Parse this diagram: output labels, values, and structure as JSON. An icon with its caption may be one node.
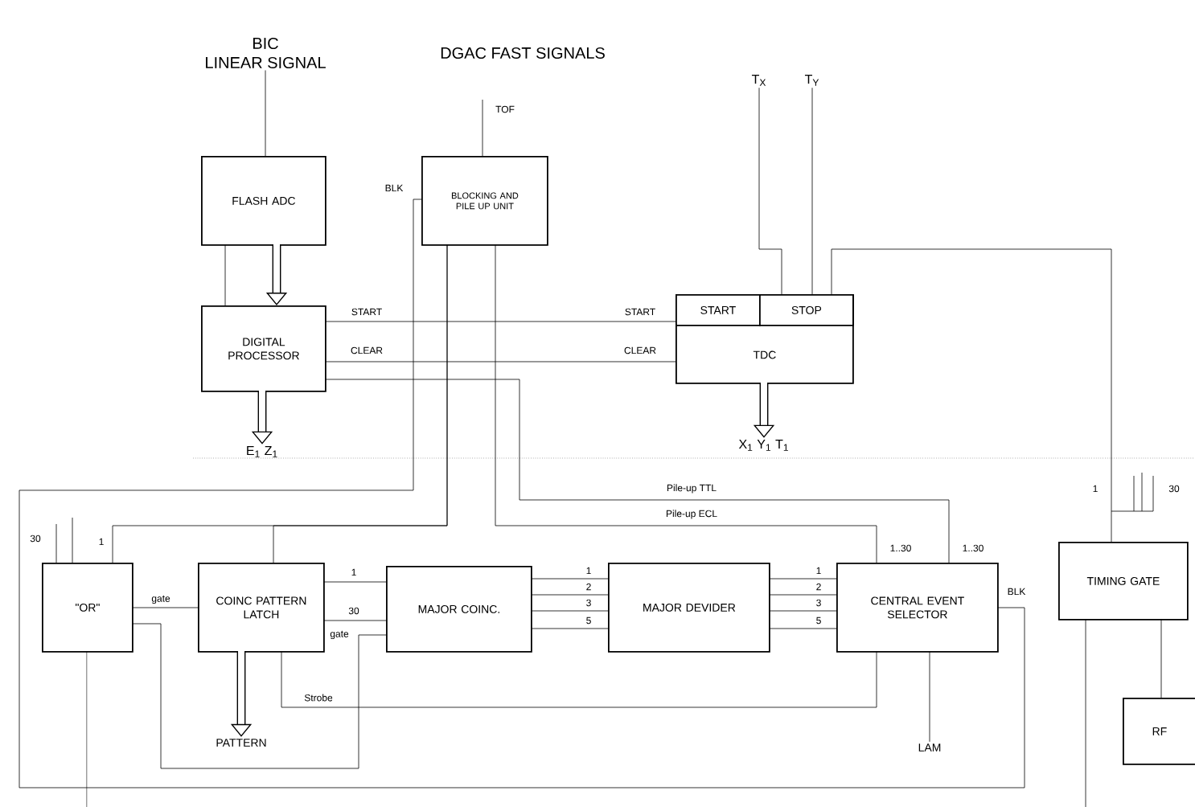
{
  "diagram": {
    "nodes": [
      {
        "text": [
          "FLASH ADC"
        ]
      },
      {
        "text": [
          "BLOCKING AND PILE UP UNIT"
        ]
      },
      {
        "text": [
          "DIGITAL PROCESSOR"
        ]
      },
      {
        "text": [
          "TDC"
        ]
      },
      {
        "text": [
          "START"
        ],
        "in": 3
      },
      {
        "text": [
          "STOP"
        ],
        "in": 3
      },
      {
        "text": [
          "\"OR\""
        ]
      },
      {
        "text": [
          "COINC PATTERN LATCH"
        ]
      },
      {
        "text": [
          "MAJOR COINC."
        ]
      },
      {
        "text": [
          "MAJOR DEVIDER"
        ]
      },
      {
        "text": [
          "CENTRAL EVENT SELECTOR"
        ]
      },
      {
        "text": [
          "TIMING GATE"
        ]
      },
      {
        "text": [
          "RF"
        ]
      },
      {
        "text": [
          "E$_{1}$ Z$_{1}$"
        ]
      },
      {
        "text": [
          "X$_{1}$ Y$_{1}$ T$_{1}$"
        ]
      },
      {
        "text": [
          "PATTERN"
        ]
      },
      {
        "text": [
          "LAM"
        ]
      },
      {
        "text": [
          "BIC",
          "LINEAR SIGNAL"
        ]
      },
      {
        "text": [
          "T$_{X}$"
        ]
      },
      {
        "text": [
          "T$_{Y}$"
        ]
      }
    ],
    "edges": [
      {
        "from": 17,
        "to": 0,
        "arrow": "none"
      },
      {
        "from": null,
        "to": 1,
        "arrow": "none",
        "label": "TOF"
      },
      {
        "from": 0,
        "to": 2,
        "arrow": "to",
        "style": "thick"
      },
      {
        "from": 0,
        "to": 2,
        "arrow": "none"
      },
      {
        "from": 2,
        "to": 13,
        "arrow": "to",
        "style": "thick"
      },
      {
        "from": 2,
        "to": 4,
        "arrow": "none",
        "label": "START"
      },
      {
        "from": 2,
        "to": 3,
        "arrow": "none",
        "label": "CLEAR"
      },
      {
        "from": 18,
        "to": 5,
        "arrow": "none"
      },
      {
        "from": 19,
        "to": 5,
        "arrow": "none"
      },
      {
        "from": 5,
        "to": 11,
        "arrow": "none"
      },
      {
        "from": 3,
        "to": 14,
        "arrow": "to",
        "style": "thick"
      },
      {
        "from": 10,
        "to": 1,
        "arrow": "none",
        "label": "BLK"
      },
      {
        "from": 1,
        "to": 6,
        "arrow": "none"
      },
      {
        "from": 1,
        "to": 7,
        "arrow": "none"
      },
      {
        "from": 1,
        "to": 10,
        "arrow": "none",
        "label": "Pile-up ECL"
      },
      {
        "from": 2,
        "to": 10,
        "arrow": "none",
        "label": "Pile-up TTL"
      },
      {
        "from": 6,
        "to": 7,
        "arrow": "none",
        "label": "gate"
      },
      {
        "from": 6,
        "to": 8,
        "arrow": "none",
        "label": "gate"
      },
      {
        "from": 7,
        "to": 8,
        "arrow": "none",
        "label": "1"
      },
      {
        "from": 7,
        "to": 8,
        "arrow": "none",
        "label": "30"
      },
      {
        "from": 7,
        "to": 15,
        "arrow": "to",
        "style": "thick"
      },
      {
        "from": 10,
        "to": 7,
        "arrow": "none",
        "label": "Strobe"
      },
      {
        "from": 8,
        "to": 9,
        "arrow": "none",
        "label": "1"
      },
      {
        "from": 8,
        "to": 9,
        "arrow": "none",
        "label": "2"
      },
      {
        "from": 8,
        "to": 9,
        "arrow": "none",
        "label": "3"
      },
      {
        "from": 8,
        "to": 9,
        "arrow": "none",
        "label": "5"
      },
      {
        "from": 9,
        "to": 10,
        "arrow": "none",
        "label": "1"
      },
      {
        "from": 9,
        "to": 10,
        "arrow": "none",
        "label": "2"
      },
      {
        "from": 9,
        "to": 10,
        "arrow": "none",
        "label": "3"
      },
      {
        "from": 9,
        "to": 10,
        "arrow": "none",
        "label": "5"
      },
      {
        "from": 10,
        "to": 16,
        "arrow": "none"
      },
      {
        "from": null,
        "to": 6,
        "arrow": "none"
      },
      {
        "from": null,
        "to": 6,
        "arrow": "none"
      },
      {
        "from": 6,
        "to": null,
        "arrow": "none"
      },
      {
        "from": 11,
        "to": 12,
        "arrow": "none"
      },
      {
        "from": 11,
        "to": null,
        "arrow": "none"
      }
    ],
    "labels": [
      "DGAC FAST SIGNALS",
      "BLK",
      "START",
      "CLEAR",
      "1",
      "30",
      "30",
      "1",
      "1..30",
      "1..30"
    ]
  }
}
